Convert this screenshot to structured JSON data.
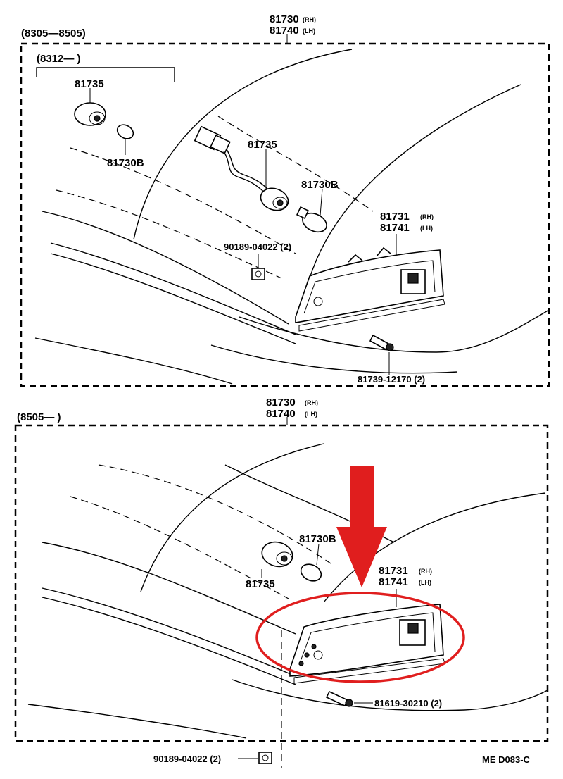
{
  "top_panel": {
    "date_range": "(8305—8505)",
    "sub_range": "(8312—       )",
    "assembly_rh": "81730",
    "assembly_lh": "81740",
    "rh_tag": "(RH)",
    "lh_tag": "(LH)",
    "socket_a": "81735",
    "bulb_a": "81730B",
    "socket_b": "81735",
    "bulb_b": "81730B",
    "lens_rh": "81731",
    "lens_lh": "81741",
    "nut": "90189-04022 (2)",
    "screw": "81739-12170 (2)"
  },
  "bottom_panel": {
    "date_range": "(8505—       )",
    "assembly_rh": "81730",
    "assembly_lh": "81740",
    "rh_tag": "(RH)",
    "lh_tag": "(LH)",
    "bulb": "81730B",
    "socket": "81735",
    "lens_rh": "81731",
    "lens_lh": "81741",
    "screw": "81619-30210 (2)",
    "nut": "90189-04022 (2)",
    "drawing_code": "ME  D083-C"
  },
  "colors": {
    "highlight": "#e01e1e",
    "ink": "#000000"
  }
}
